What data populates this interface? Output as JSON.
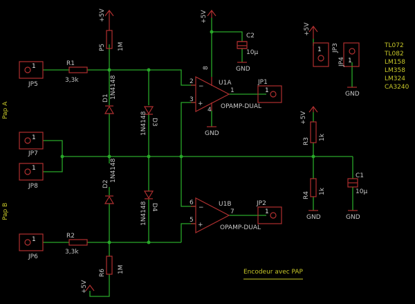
{
  "title": "Encodeur avec PAP",
  "section_labels": {
    "pap_a": "Pap A",
    "pap_b": "Pap B"
  },
  "opamp_list": [
    "TL072",
    "TL082",
    "LM158",
    "LM358",
    "LM324",
    "CA3240"
  ],
  "supply": {
    "vcc": "+5V",
    "gnd": "GND"
  },
  "connectors": {
    "jp1": "JP1",
    "jp2": "JP2",
    "jp3": "JP3",
    "jp4": "JP4",
    "jp5": "JP5",
    "jp6": "JP6",
    "jp7": "JP7",
    "jp8": "JP8",
    "pin1": "1"
  },
  "resistors": {
    "r1": {
      "ref": "R1",
      "value": "3,3k"
    },
    "r2": {
      "ref": "R2",
      "value": "3,3k"
    },
    "r3": {
      "ref": "R3",
      "value": "1k"
    },
    "r4": {
      "ref": "R4",
      "value": "1k"
    },
    "p5": {
      "ref": "P5",
      "value": "1M"
    },
    "r6": {
      "ref": "R6",
      "value": "1M"
    }
  },
  "diodes": {
    "d1": {
      "ref": "D1",
      "value": "1N4148"
    },
    "d2": {
      "ref": "D2",
      "value": "1N4148"
    },
    "d3": {
      "ref": "D3",
      "value": "1N4148"
    },
    "d4": {
      "ref": "D4",
      "value": "1N4148"
    }
  },
  "capacitors": {
    "c1": {
      "ref": "C1",
      "value": "10µ"
    },
    "c2": {
      "ref": "C2",
      "value": "10µ"
    }
  },
  "opamps": {
    "u1a": {
      "ref": "U1A",
      "value": "OPAMP-DUAL"
    },
    "u1b": {
      "ref": "U1B",
      "value": "OPAMP-DUAL"
    }
  },
  "pins": {
    "p1": "1",
    "p2": "2",
    "p3": "3",
    "p4": "4",
    "p5": "5",
    "p6": "6",
    "p7": "7",
    "p8": "8"
  },
  "colors": {
    "wire": "#29a829",
    "part": "#b03030",
    "text": "#c8c8c8",
    "note": "#c8c829",
    "background": "#000000"
  }
}
